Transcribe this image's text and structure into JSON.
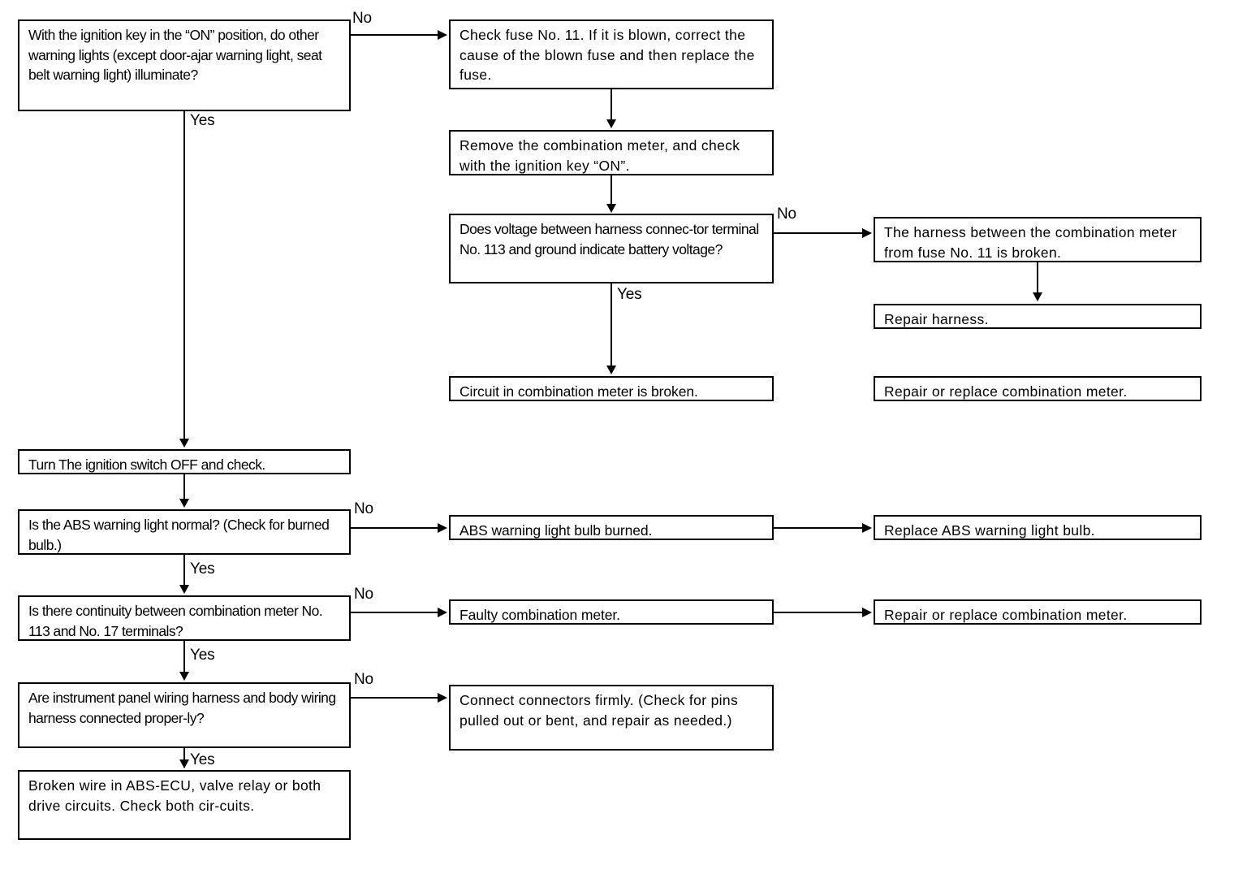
{
  "diagram": {
    "title": "ABS warning light does not illuminate troubleshooting flowchart",
    "type": "flowchart",
    "colors": {
      "line": "#000000",
      "box_border": "#000000",
      "background": "#ffffff",
      "text": "#000000"
    },
    "nodes": [
      {
        "id": "q1",
        "kind": "decision",
        "text": "With the ignition key in the “ON” position, do other warning lights (except door-ajar warning light, seat belt warning light) illuminate?"
      },
      {
        "id": "a1",
        "kind": "action",
        "text": "Check fuse No. 11. If it is blown, correct the cause of the blown fuse and then replace the fuse."
      },
      {
        "id": "a2",
        "kind": "action",
        "text": "Remove the combination meter, and check with the ignition key “ON”."
      },
      {
        "id": "q2",
        "kind": "decision",
        "text": "Does voltage between harness connec-tor terminal No. 113 and ground indicate battery  voltage?"
      },
      {
        "id": "r1",
        "kind": "result",
        "text": "The harness between the combination meter from fuse No. 11 is broken."
      },
      {
        "id": "r2",
        "kind": "result",
        "text": "Repair harness."
      },
      {
        "id": "r3",
        "kind": "result",
        "text": "Circuit in combination meter is broken."
      },
      {
        "id": "r4",
        "kind": "result",
        "text": "Repair or replace combination meter."
      },
      {
        "id": "a3",
        "kind": "action",
        "text": "Turn The ignition switch OFF and check."
      },
      {
        "id": "q3",
        "kind": "decision",
        "text": "Is the ABS warning light normal? (Check for  burned  bulb.)"
      },
      {
        "id": "r5",
        "kind": "result",
        "text": "ABS warning light bulb burned."
      },
      {
        "id": "r6",
        "kind": "result",
        "text": "Replace ABS warning light bulb."
      },
      {
        "id": "q4",
        "kind": "decision",
        "text": "Is there continuity between combination meter No. 113 and No. 17 terminals?"
      },
      {
        "id": "r7",
        "kind": "result",
        "text": "Faulty combination meter."
      },
      {
        "id": "r8",
        "kind": "result",
        "text": "Repair or replace combination meter."
      },
      {
        "id": "q5",
        "kind": "decision",
        "text": "Are instrument panel wiring harness and body wiring harness connected proper-ly?"
      },
      {
        "id": "r9",
        "kind": "result",
        "text": "Connect connectors firmly. (Check for pins pulled out or bent, and repair as needed.)"
      },
      {
        "id": "r10",
        "kind": "result",
        "text": "Broken wire in ABS-ECU, valve relay or both drive circuits. Check both cir-cuits."
      }
    ],
    "edge_labels": {
      "q1_no": "No",
      "q1_yes": "Yes",
      "q2_no": "No",
      "q2_yes": "Yes",
      "q3_no": "No",
      "q3_yes": "Yes",
      "q4_no": "No",
      "q4_yes": "Yes",
      "q5_no": "No",
      "q5_yes": "Yes"
    }
  }
}
